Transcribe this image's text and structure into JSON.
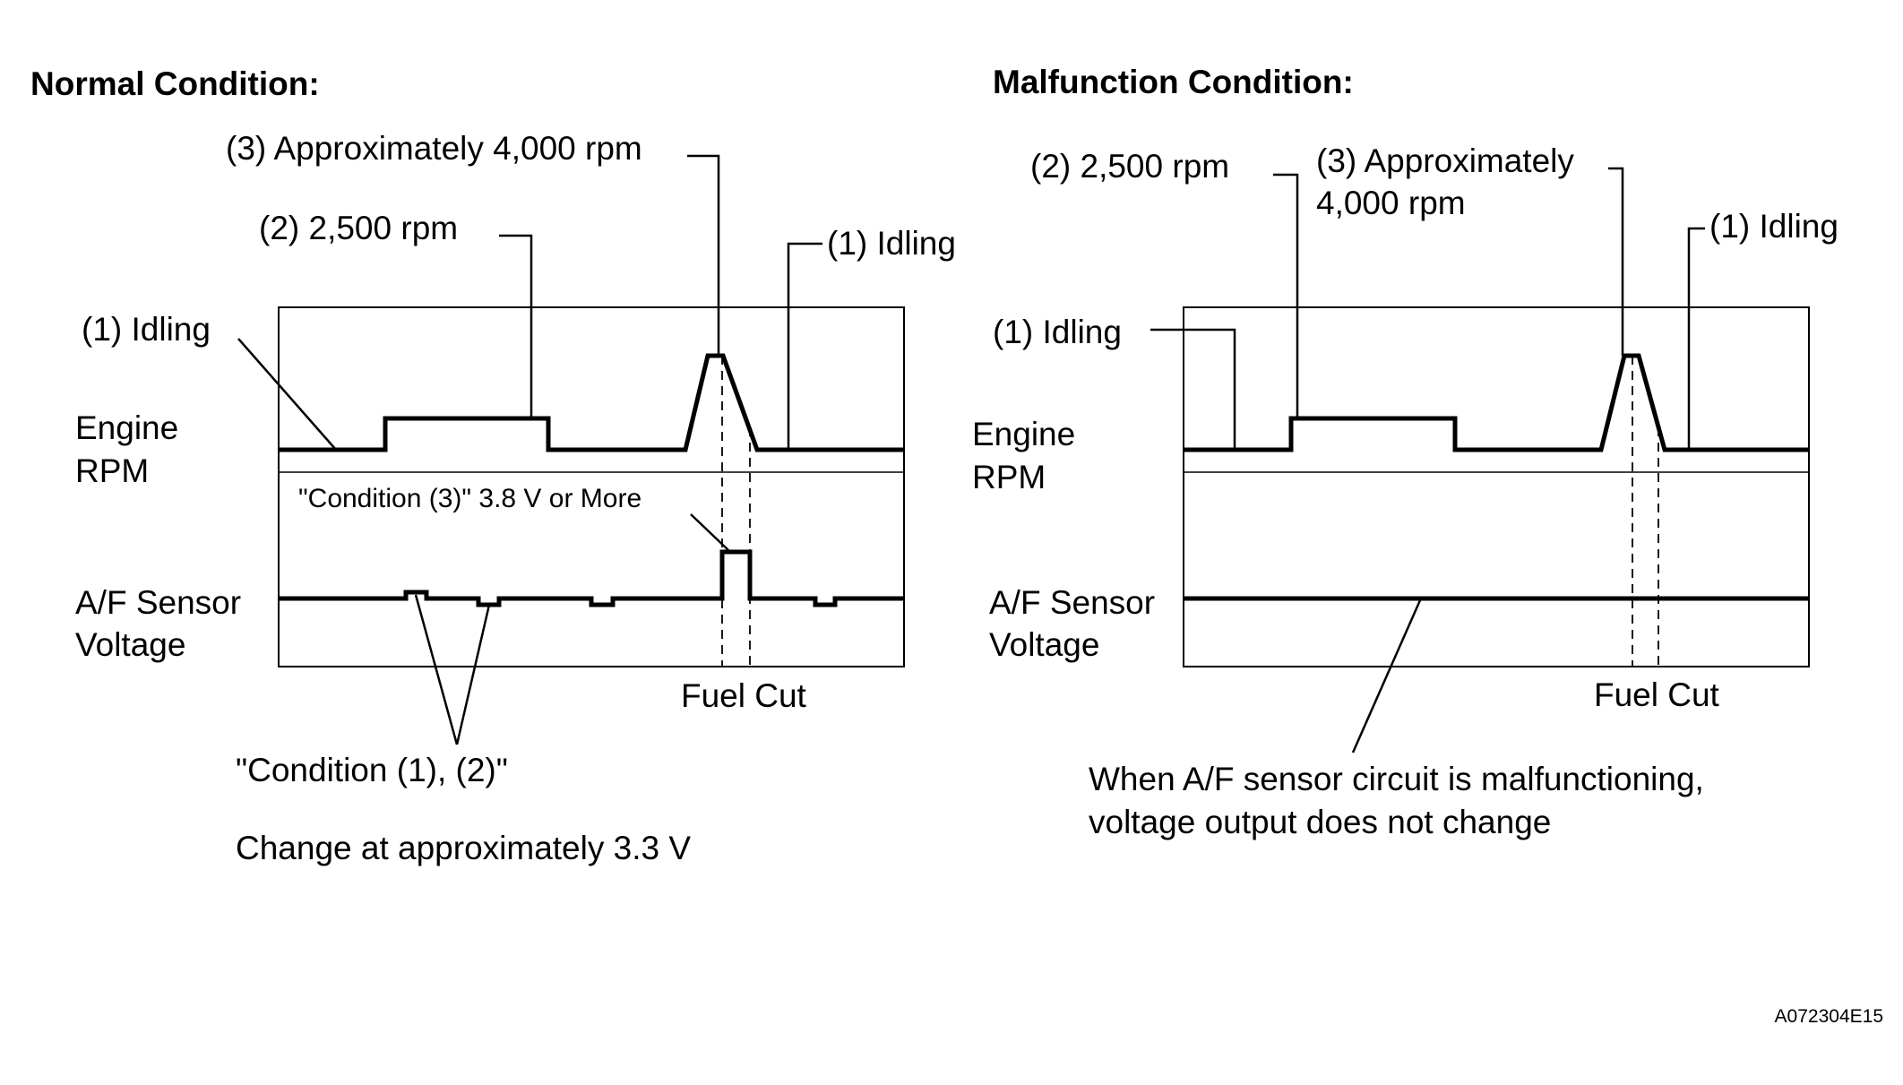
{
  "normal": {
    "title": "Normal Condition:",
    "label_approx_4000": "(3) Approximately 4,000 rpm",
    "label_2500": "(2) 2,500 rpm",
    "label_idling_right": "(1) Idling",
    "label_idling_left": "(1) Idling",
    "row_engine_line1": "Engine",
    "row_engine_line2": "RPM",
    "row_af_line1": "A/F Sensor",
    "row_af_line2": "Voltage",
    "label_condition3": "\"Condition (3)\" 3.8 V or More",
    "label_fuel_cut": "Fuel Cut",
    "label_condition12": "\"Condition (1), (2)\"",
    "label_change": "Change at approximately 3.3  V"
  },
  "malfunction": {
    "title": "Malfunction Condition:",
    "label_2500": "(2) 2,500 rpm",
    "label_approx_line1": "(3) Approximately",
    "label_approx_line2": "4,000 rpm",
    "label_idling_right": "(1) Idling",
    "label_idling_left": "(1) Idling",
    "row_engine_line1": "Engine",
    "row_engine_line2": "RPM",
    "row_af_line1": "A/F Sensor",
    "row_af_line2": "Voltage",
    "label_fuel_cut": "Fuel Cut",
    "note_line1": "When A/F sensor circuit is malfunctioning,",
    "note_line2": "voltage output does not change"
  },
  "figure_code": "A072304E15"
}
